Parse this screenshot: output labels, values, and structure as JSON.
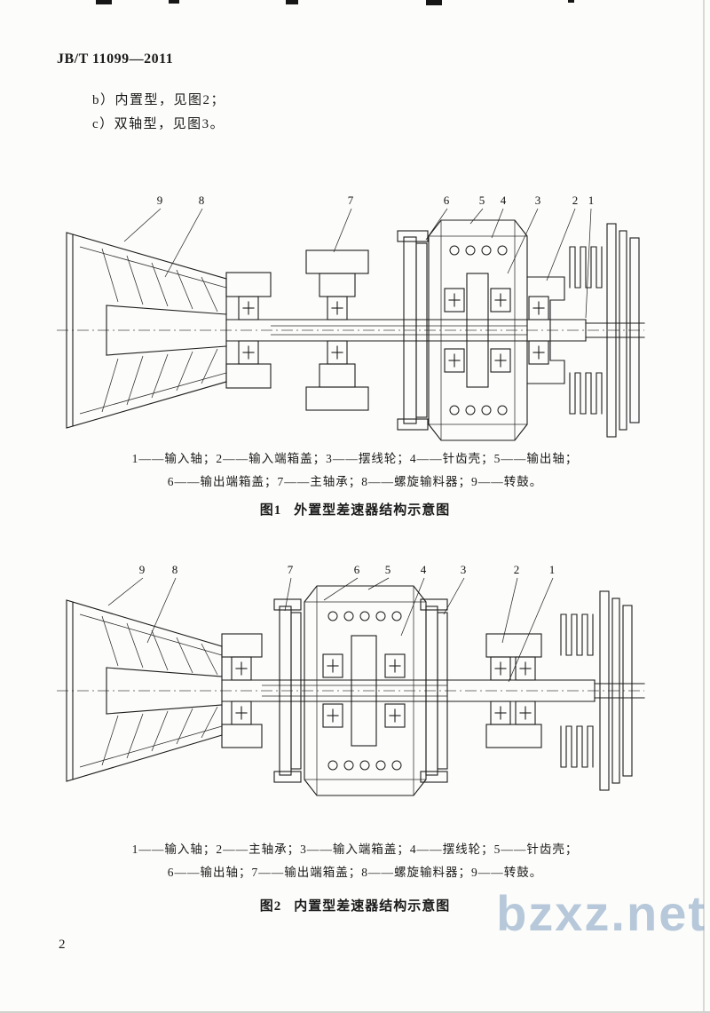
{
  "page": {
    "header": "JB/T 11099—2011",
    "page_number": "2",
    "watermark": "bzxz.net"
  },
  "intro": {
    "item_b": "b）内置型，见图2；",
    "item_c": "c）双轴型，见图3。"
  },
  "figure1": {
    "callouts": [
      "9",
      "8",
      "7",
      "6",
      "5",
      "4",
      "3",
      "2",
      "1"
    ],
    "legend_line1": "1——输入轴；2——输入端箱盖；3——摆线轮；4——针齿壳；5——输出轴；",
    "legend_line2": "6——输出端箱盖；7——主轴承；8——螺旋输料器；9——转鼓。",
    "caption_label": "图1",
    "caption_title": "外置型差速器结构示意图"
  },
  "figure2": {
    "callouts": [
      "9",
      "8",
      "7",
      "6",
      "5",
      "4",
      "3",
      "2",
      "1"
    ],
    "legend_line1": "1——输入轴；2——主轴承；3——输入端箱盖；4——摆线轮；5——针齿壳；",
    "legend_line2": "6——输出轴；7——输出端箱盖；8——螺旋输料器；9——转鼓。",
    "caption_label": "图2",
    "caption_title": "内置型差速器结构示意图"
  }
}
